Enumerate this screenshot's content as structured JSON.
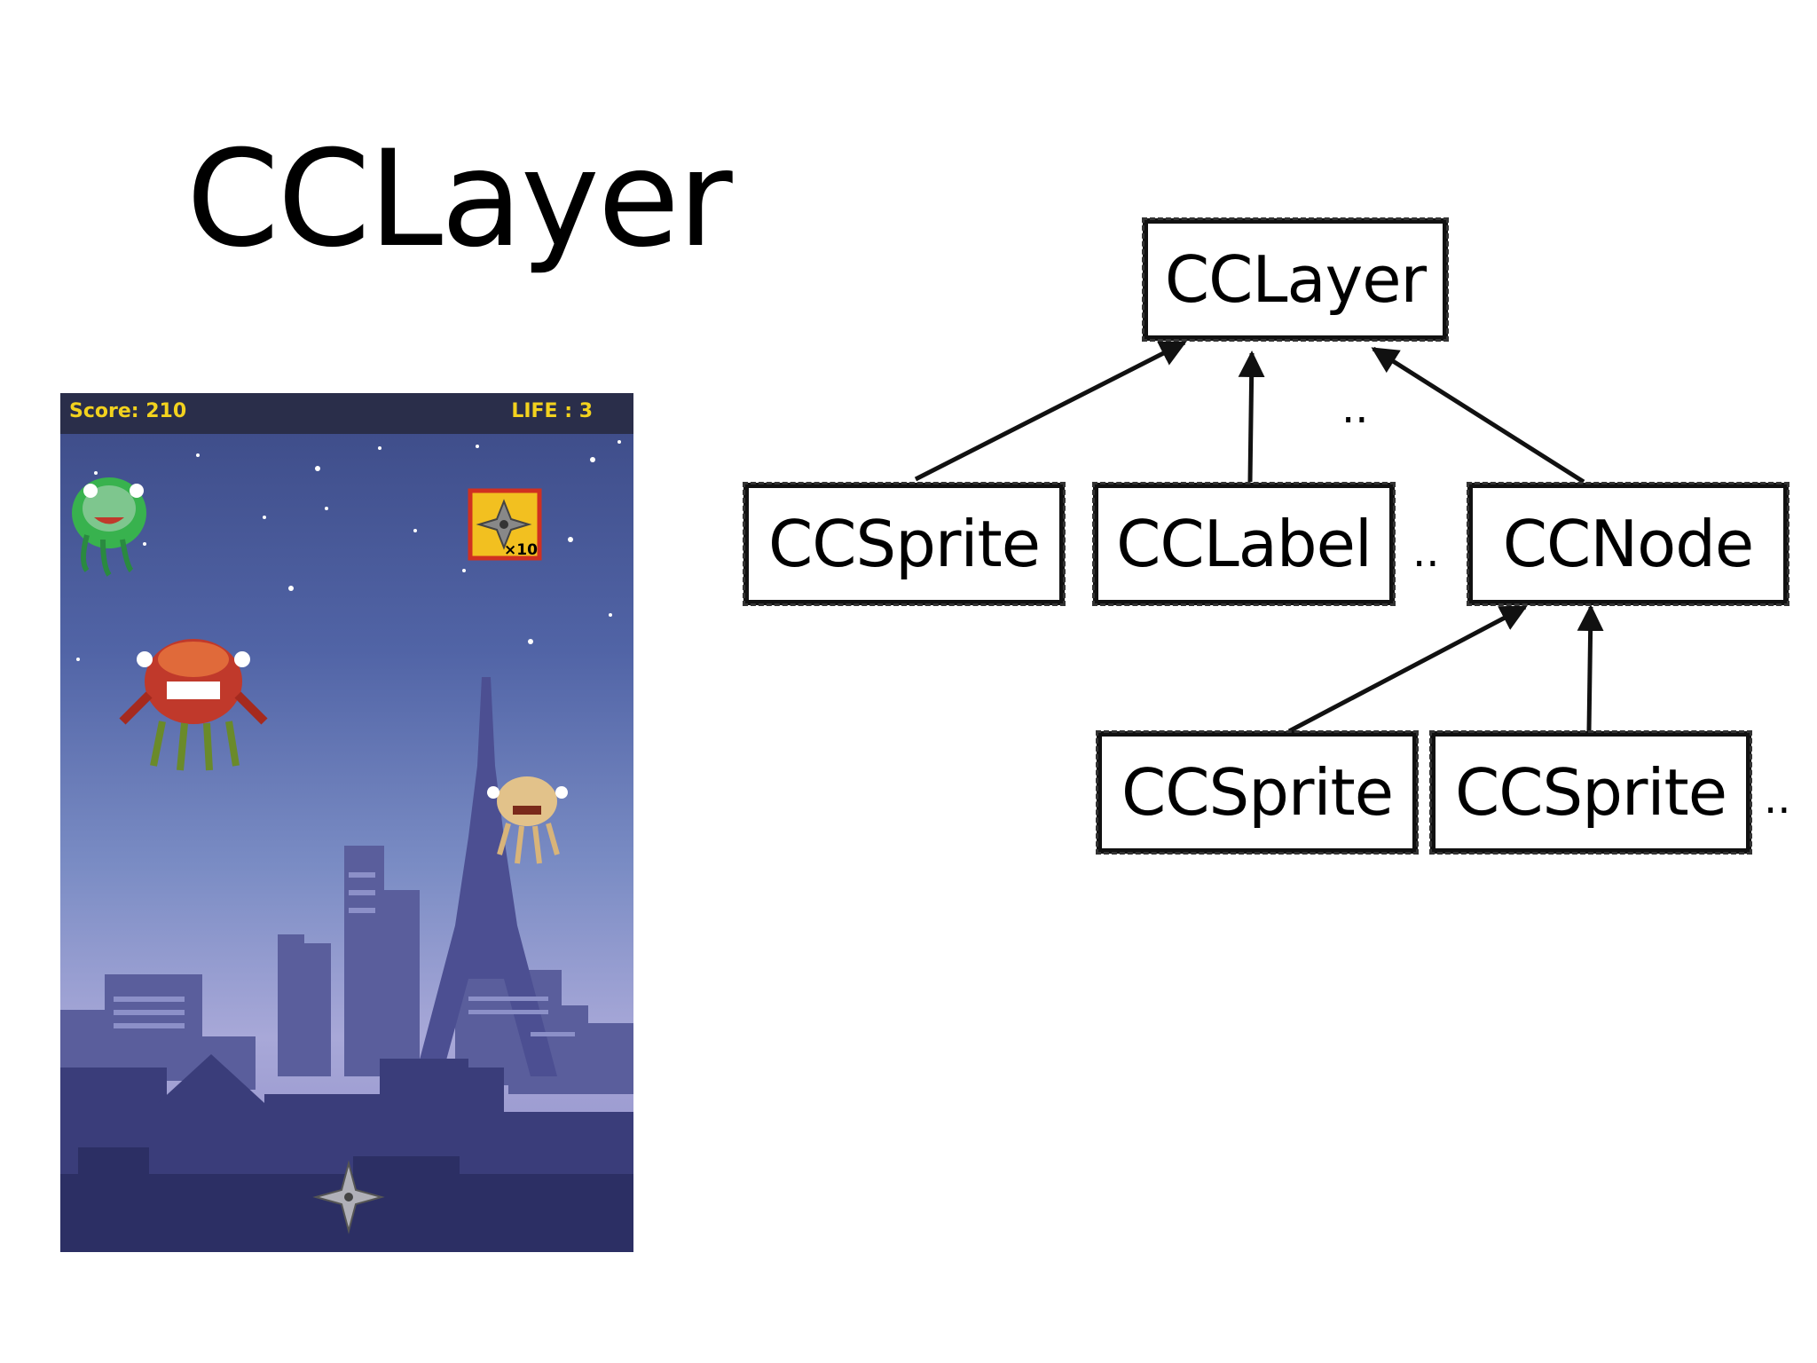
{
  "slide": {
    "title": "CCLayer"
  },
  "game": {
    "hud": {
      "score": "Score: 210",
      "life": "LIFE : 3"
    },
    "powerup_label": "×10",
    "colors": {
      "hud_text": "#f2d21e",
      "hud_bg": "#2a2e4a",
      "sky_top": "#3c4a86",
      "sky_bottom": "#a8a8d8"
    }
  },
  "diagram": {
    "root": "CCLayer",
    "children": [
      "CCSprite",
      "CCLabel",
      "CCNode"
    ],
    "grandchildren": [
      "CCSprite",
      "CCSprite"
    ],
    "ellipsis": ".."
  }
}
